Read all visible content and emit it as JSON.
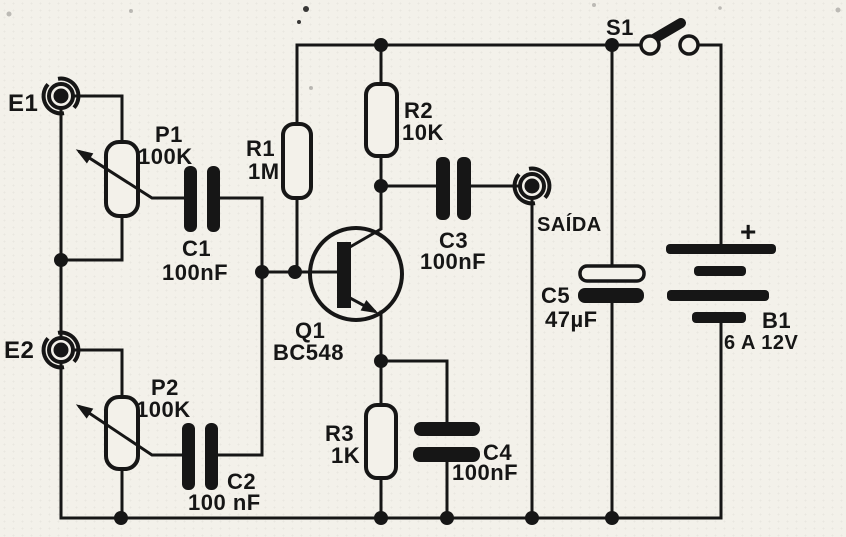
{
  "colors": {
    "ink": "#161616",
    "paper": "#f3f1ea"
  },
  "diagram": {
    "kind": "schematic-circuit",
    "description_visible_text_only": true
  },
  "components": {
    "e1": {
      "label": "E1",
      "type": "input-jack"
    },
    "e2": {
      "label": "E2",
      "type": "input-jack"
    },
    "p1": {
      "label": "P1",
      "value": "100K",
      "type": "potentiometer"
    },
    "p2": {
      "label": "P2",
      "value": "100K",
      "type": "potentiometer"
    },
    "c1": {
      "label": "C1",
      "value": "100nF",
      "type": "capacitor"
    },
    "c2": {
      "label": "C2",
      "value": "100 nF",
      "type": "capacitor"
    },
    "c3": {
      "label": "C3",
      "value": "100nF",
      "type": "capacitor"
    },
    "c4": {
      "label": "C4",
      "value": "100nF",
      "type": "capacitor"
    },
    "c5": {
      "label": "C5",
      "value": "47µF",
      "type": "electrolytic-capacitor"
    },
    "r1": {
      "label": "R1",
      "value": "1M",
      "type": "resistor"
    },
    "r2": {
      "label": "R2",
      "value": "10K",
      "type": "resistor"
    },
    "r3": {
      "label": "R3",
      "value": "1K",
      "type": "resistor"
    },
    "q1": {
      "label": "Q1",
      "value": "BC548",
      "type": "npn-transistor"
    },
    "s1": {
      "label": "S1",
      "type": "switch-spst"
    },
    "b1": {
      "label": "B1",
      "value": "6 A 12V",
      "polarity": "+",
      "type": "battery"
    },
    "saida": {
      "label": "SAÍDA",
      "type": "output-jack"
    }
  }
}
